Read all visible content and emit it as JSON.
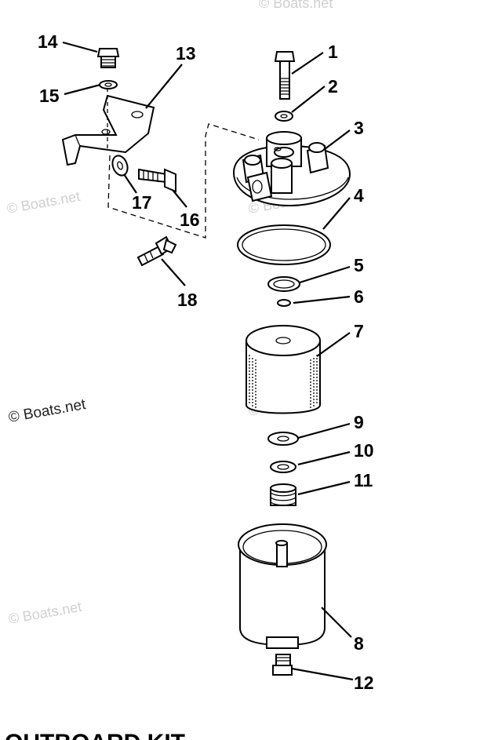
{
  "diagram": {
    "callouts": [
      {
        "id": "1",
        "label": "1"
      },
      {
        "id": "2",
        "label": "2"
      },
      {
        "id": "3",
        "label": "3"
      },
      {
        "id": "4",
        "label": "4"
      },
      {
        "id": "5",
        "label": "5"
      },
      {
        "id": "6",
        "label": "6"
      },
      {
        "id": "7",
        "label": "7"
      },
      {
        "id": "8",
        "label": "8"
      },
      {
        "id": "9",
        "label": "9"
      },
      {
        "id": "10",
        "label": "10"
      },
      {
        "id": "11",
        "label": "11"
      },
      {
        "id": "12",
        "label": "12"
      },
      {
        "id": "13",
        "label": "13"
      },
      {
        "id": "14",
        "label": "14"
      },
      {
        "id": "15",
        "label": "15"
      },
      {
        "id": "16",
        "label": "16"
      },
      {
        "id": "17",
        "label": "17"
      },
      {
        "id": "18",
        "label": "18"
      }
    ],
    "watermark_text": "© Boats.net",
    "bottom_cut_text": "OUTBOARD KIT"
  },
  "colors": {
    "line": "#000000",
    "background": "#ffffff",
    "watermark": "#cfcfcf"
  }
}
